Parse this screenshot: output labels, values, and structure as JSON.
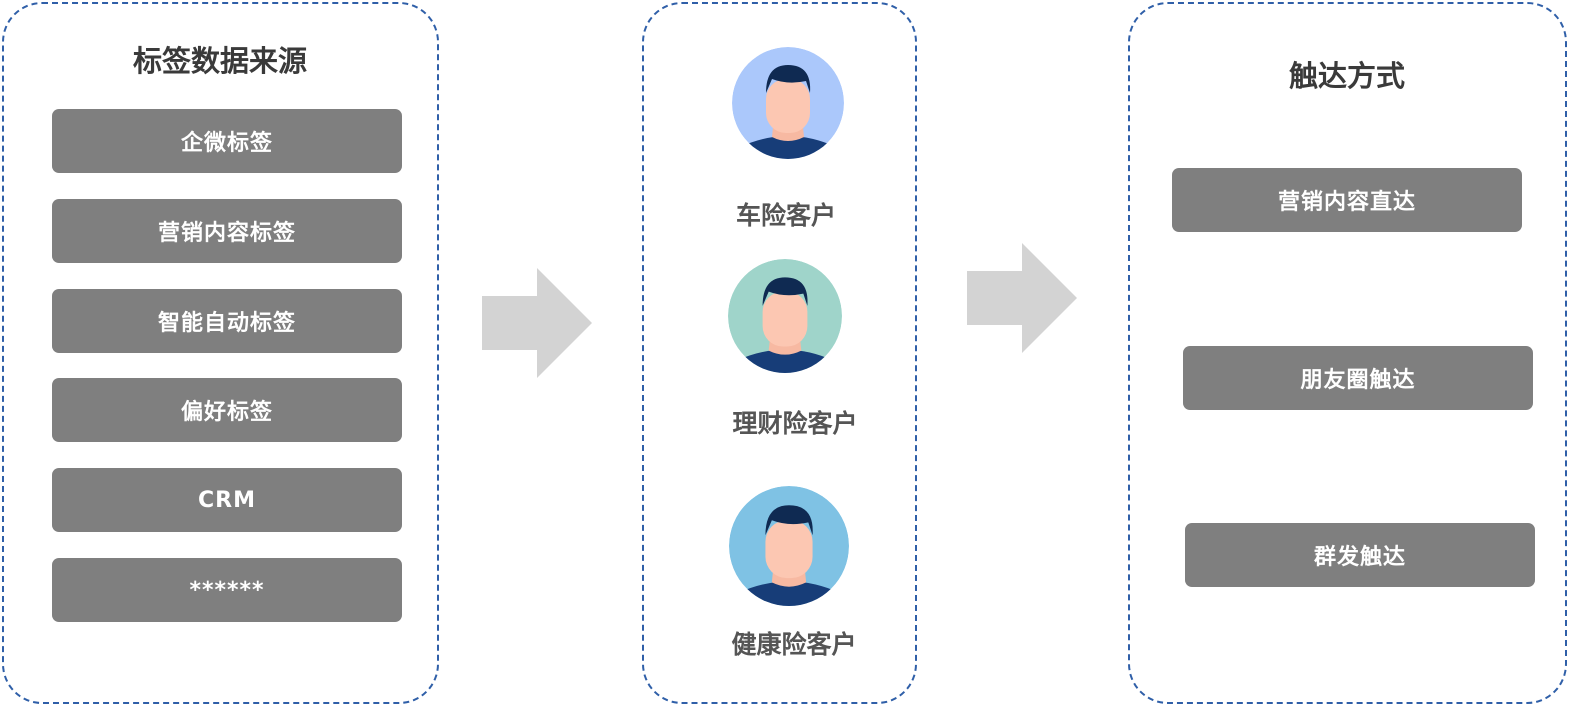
{
  "sources": {
    "title": "标签数据来源",
    "items": [
      "企微标签",
      "营销内容标签",
      "智能自动标签",
      "偏好标签",
      "CRM",
      "******"
    ]
  },
  "customers": {
    "items": [
      {
        "label": "车险客户",
        "bg": "#abc8fb"
      },
      {
        "label": "理财险客户",
        "bg": "#9fd4ca"
      },
      {
        "label": "健康险客户",
        "bg": "#7fc2e4"
      }
    ]
  },
  "reach": {
    "title": "触达方式",
    "items": [
      "营销内容直达",
      "朋友圈触达",
      "群发触达"
    ]
  },
  "colors": {
    "border": "#2f5fa8",
    "button": "#7f7f7f",
    "arrow": "#d3d3d3"
  }
}
